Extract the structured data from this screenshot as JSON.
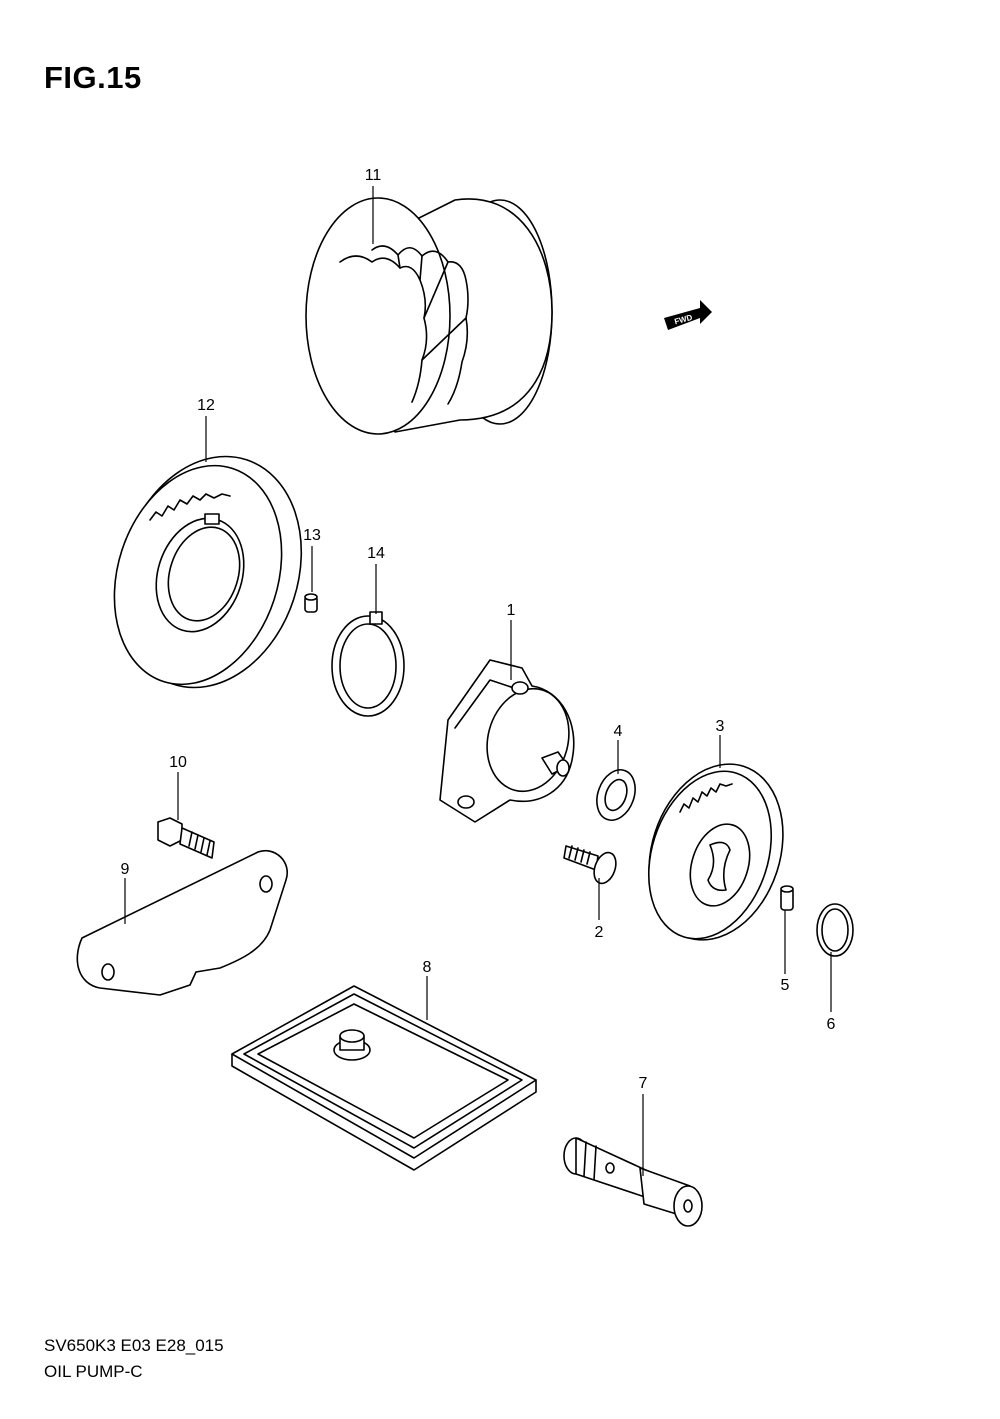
{
  "figure": {
    "title": "FIG.15",
    "model_code": "SV650K3 E03 E28_015",
    "section_name": "OIL PUMP-C"
  },
  "fwd_badge": "FWD",
  "callouts": [
    {
      "id": "p1",
      "label": "1"
    },
    {
      "id": "p2",
      "label": "2"
    },
    {
      "id": "p3",
      "label": "3"
    },
    {
      "id": "p4",
      "label": "4"
    },
    {
      "id": "p5",
      "label": "5"
    },
    {
      "id": "p6",
      "label": "6"
    },
    {
      "id": "p7",
      "label": "7"
    },
    {
      "id": "p8",
      "label": "8"
    },
    {
      "id": "p9",
      "label": "9"
    },
    {
      "id": "p10",
      "label": "10"
    },
    {
      "id": "p11",
      "label": "11"
    },
    {
      "id": "p12",
      "label": "12"
    },
    {
      "id": "p13",
      "label": "13"
    },
    {
      "id": "p14",
      "label": "14"
    }
  ]
}
